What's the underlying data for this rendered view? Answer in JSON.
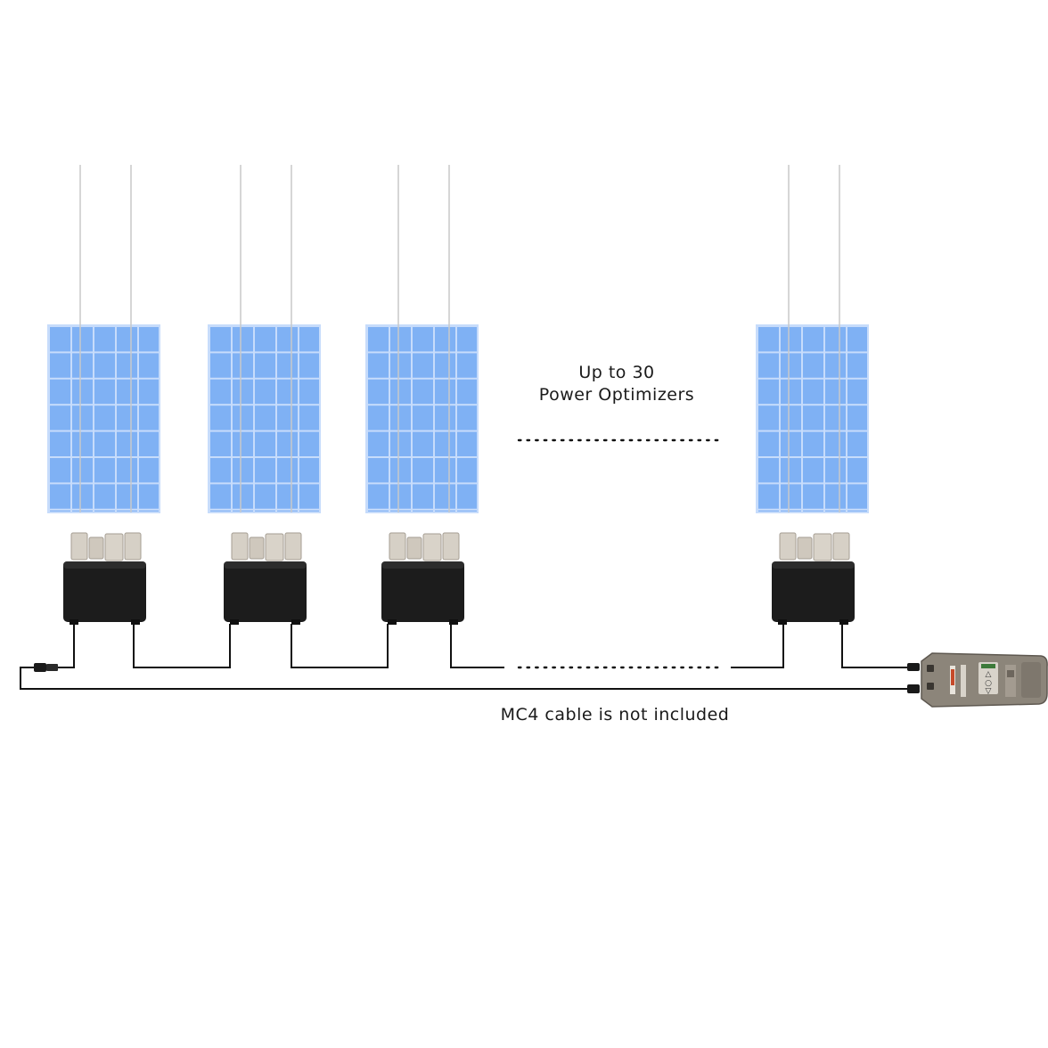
{
  "labels": {
    "capacity_line1": "Up to 30",
    "capacity_line2": "Power Optimizers",
    "cable_note": "MC4 cable is not included"
  },
  "colors": {
    "panel_fill": "#7fb1f4",
    "panel_grid": "#c7dcfb",
    "optimizer_body": "#1c1c1c",
    "connector_block": "#d6d0c6",
    "cable": "#111111",
    "controller_body": "#8c857a",
    "controller_screen": "#3d7a3a"
  },
  "icons": {
    "panel": "solar-panel-icon",
    "optimizer": "power-optimizer-icon",
    "controller": "handheld-controller-icon"
  }
}
